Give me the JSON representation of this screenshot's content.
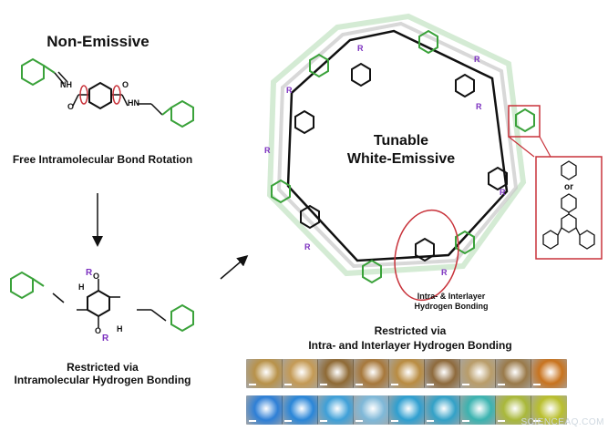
{
  "left_panel": {
    "top_title": "Non-Emissive",
    "top_caption": "Free Intramolecular Bond Rotation",
    "bottom_caption_line1": "Restricted via",
    "bottom_caption_line2": "Intramolecular Hydrogen Bonding",
    "atom_labels": {
      "nh": "NH",
      "hn": "HN",
      "n": "N",
      "o": "O",
      "h": "H",
      "r": "R"
    }
  },
  "center_panel": {
    "framework_title_line1": "Tunable",
    "framework_title_line2": "White-Emissive",
    "bonding_label_line1": "Intra- & Interlayer",
    "bonding_label_line2": "Hydrogen Bonding"
  },
  "right_inset": {
    "or_label": "or"
  },
  "bottom_right": {
    "caption_line1": "Restricted via",
    "caption_line2": "Intra- and Interlayer Hydrogen Bonding",
    "photo_rows": {
      "bright_field_colors": [
        "#b8924a",
        "#c49a55",
        "#8f6a35",
        "#a7783b",
        "#b98c42",
        "#8e6a3c",
        "#b99d6a",
        "#9a7a4a",
        "#c8731e"
      ],
      "fluorescence_colors": [
        "#2e7fd6",
        "#2a86d8",
        "#3fa0d8",
        "#7fb8d8",
        "#2f9fd0",
        "#33a1c7",
        "#3bb3b0",
        "#a9b83a",
        "#b9bf2e"
      ]
    }
  },
  "watermark": "SCIENCEAQ.COM",
  "colors": {
    "green_structure": "#3aa23a",
    "purple_r": "#7b2fbf",
    "red_highlight": "#c8323a",
    "black_structure": "#111111"
  }
}
